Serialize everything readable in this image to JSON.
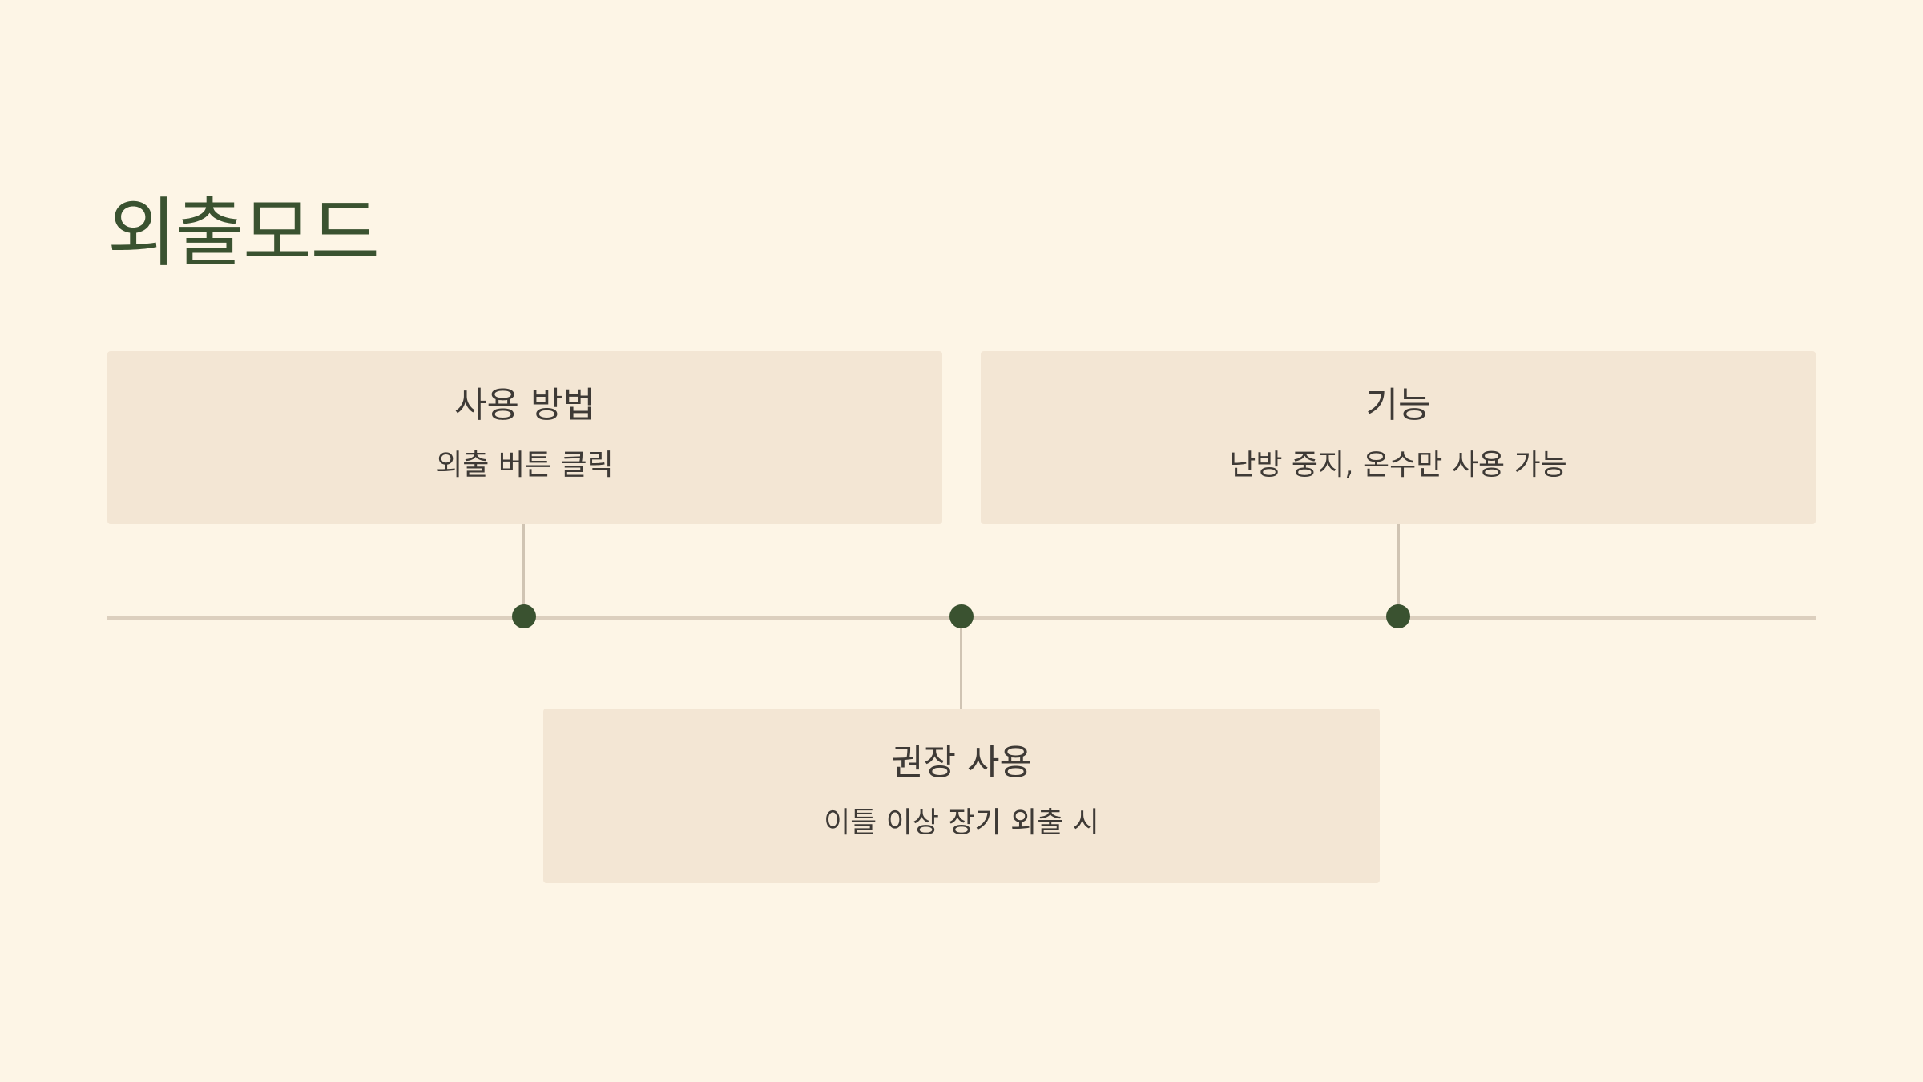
{
  "slide": {
    "title": "외출모드"
  },
  "timeline": {
    "items": [
      {
        "title": "사용 방법",
        "description": "외출 버튼 클릭"
      },
      {
        "title": "기능",
        "description": "난방 중지, 온수만 사용 가능"
      },
      {
        "title": "권장 사용",
        "description": "이틀 이상 장기 외출 시"
      }
    ]
  },
  "colors": {
    "background": "#FDF5E6",
    "card": "#F3E6D4",
    "accent": "#3A5230",
    "line": "#DCCFBE",
    "text": "#3E3A36"
  }
}
